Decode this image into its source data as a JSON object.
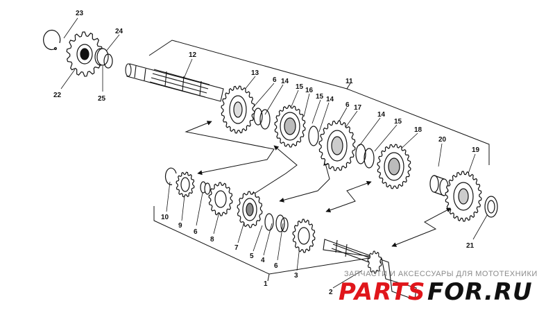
{
  "callouts": {
    "n1": "1",
    "n2": "2",
    "n3": "3",
    "n4": "4",
    "n5": "5",
    "n6a": "6",
    "n6b": "6",
    "n6c": "6",
    "n6d": "6",
    "n7": "7",
    "n8": "8",
    "n9": "9",
    "n10": "10",
    "n11": "11",
    "n12": "12",
    "n13": "13",
    "n14a": "14",
    "n14b": "14",
    "n14c": "14",
    "n15a": "15",
    "n15b": "15",
    "n15c": "15",
    "n16": "16",
    "n17": "17",
    "n18": "18",
    "n19": "19",
    "n20": "20",
    "n21": "21",
    "n22": "22",
    "n23": "23",
    "n24": "24",
    "n25": "25"
  },
  "watermark": {
    "tagline": "ЗАПЧАСТИ И АКСЕССУАРЫ ДЛЯ МОТОТЕХНИКИ",
    "logo_left": "PARTS",
    "logo_right": "FOR.RU",
    "logo_color_left": "#e0161b",
    "logo_color_right": "#111111"
  },
  "colors": {
    "line": "#111111",
    "background": "#ffffff"
  }
}
